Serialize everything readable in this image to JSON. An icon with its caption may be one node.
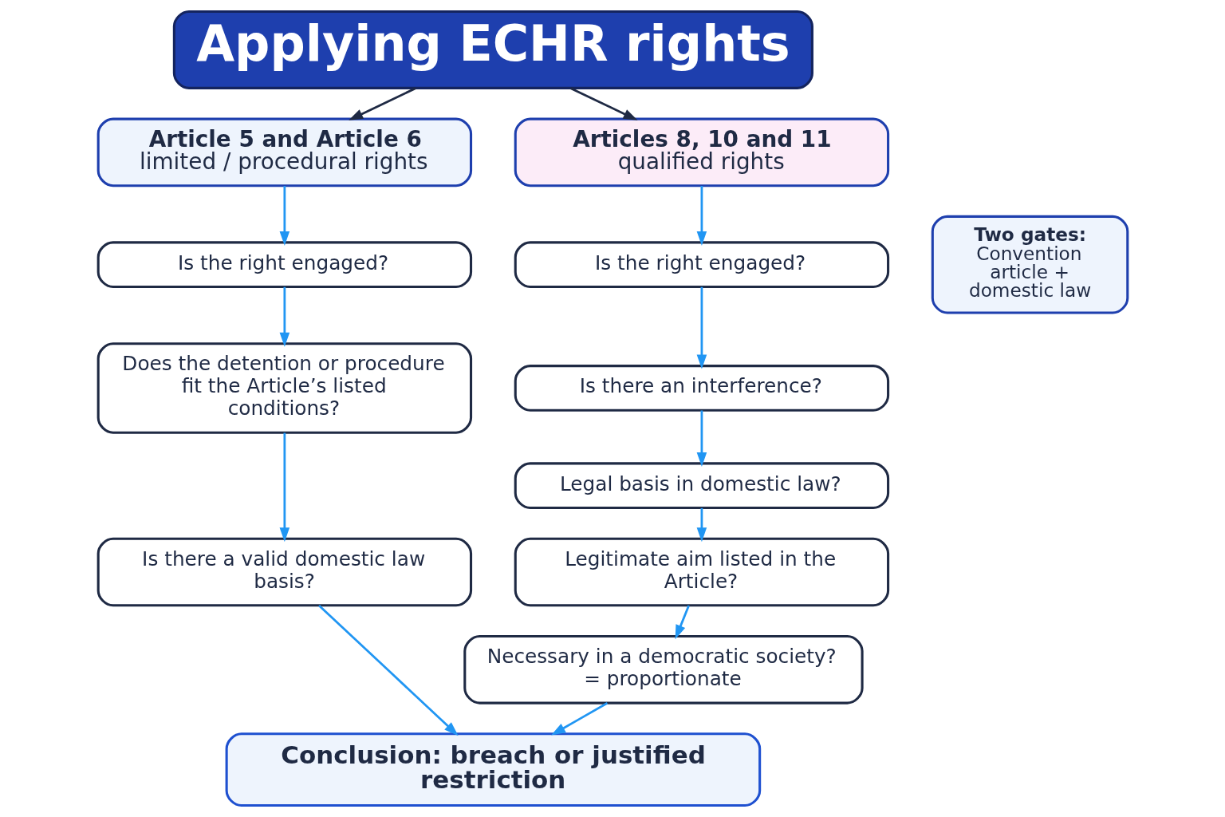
{
  "diagram": {
    "nodes": [
      {
        "text": [
          "Applying ECHR rights"
        ]
      },
      {
        "text": [
          "Article 5 and Article 6",
          "limited / procedural rights"
        ]
      },
      {
        "text": [
          "Is the right engaged?"
        ]
      },
      {
        "text": [
          "Does the detention or procedure fit the Article’s listed conditions?"
        ]
      },
      {
        "text": [
          "Is there a valid domestic law basis?"
        ]
      },
      {
        "text": [
          "Articles 8, 10 and 11",
          "qualified rights"
        ]
      },
      {
        "text": [
          "Is the right engaged?"
        ]
      },
      {
        "text": [
          "Is there an interference?"
        ]
      },
      {
        "text": [
          "Legal basis in domestic law?"
        ]
      },
      {
        "text": [
          "Legitimate aim listed in the Article?"
        ]
      },
      {
        "text": [
          "Necessary in a democratic society? = proportionate"
        ]
      },
      {
        "text": [
          "Conclusion: breach or justified restriction"
        ]
      },
      {
        "text": [
          "Two gates:",
          "Convention article + domestic law"
        ]
      }
    ],
    "edges": [
      {
        "from": 0,
        "to": 1,
        "arrow": "to",
        "color": "#1f2a44"
      },
      {
        "from": 0,
        "to": 5,
        "arrow": "to",
        "color": "#1f2a44"
      },
      {
        "from": 1,
        "to": 2,
        "arrow": "to"
      },
      {
        "from": 2,
        "to": 3,
        "arrow": "to"
      },
      {
        "from": 3,
        "to": 4,
        "arrow": "to"
      },
      {
        "from": 5,
        "to": 6,
        "arrow": "to"
      },
      {
        "from": 6,
        "to": 7,
        "arrow": "to"
      },
      {
        "from": 7,
        "to": 8,
        "arrow": "to"
      },
      {
        "from": 8,
        "to": 9,
        "arrow": "to"
      },
      {
        "from": 9,
        "to": 10,
        "arrow": "to"
      },
      {
        "from": 4,
        "to": 11,
        "arrow": "to"
      },
      {
        "from": 10,
        "to": 11,
        "arrow": "to"
      }
    ]
  }
}
